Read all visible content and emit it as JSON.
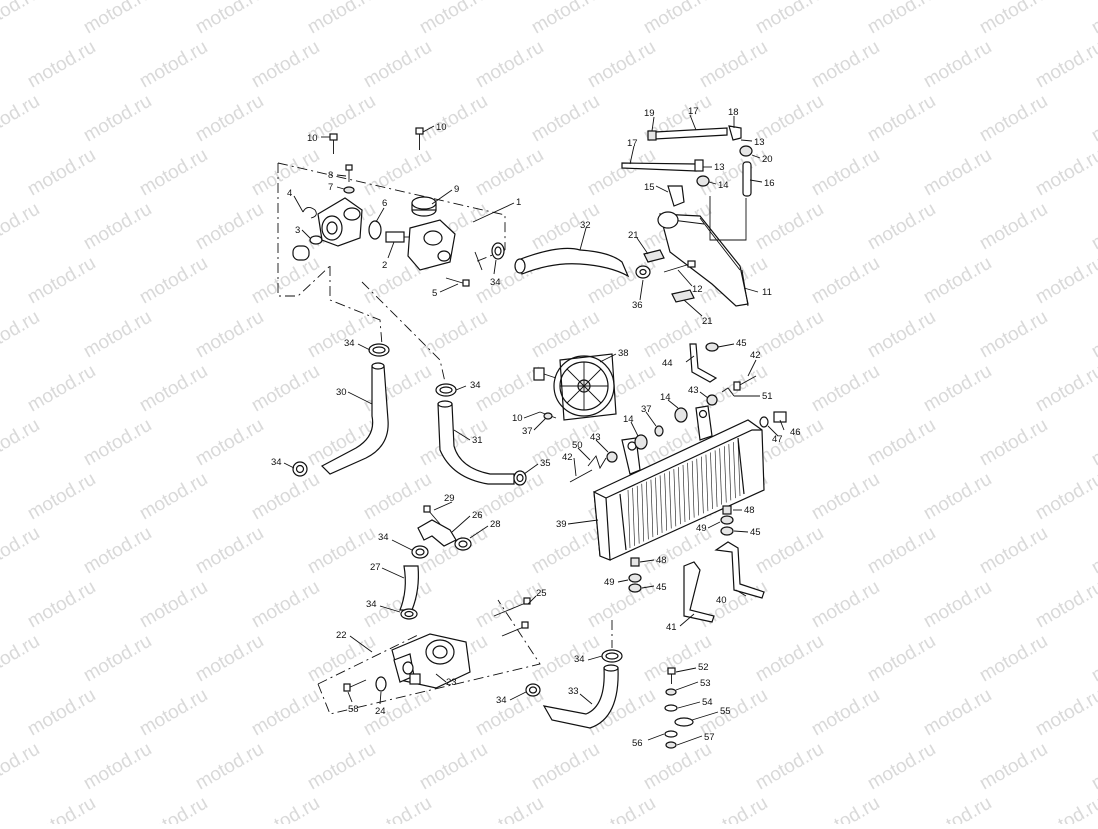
{
  "watermark": {
    "text": "motod.ru",
    "color": "#d9d9d9"
  },
  "callouts": {
    "c1": "1",
    "c2": "2",
    "c3": "3",
    "c4": "4",
    "c5": "5",
    "c6": "6",
    "c7": "7",
    "c8": "8",
    "c9": "9",
    "c10a": "10",
    "c10b": "10",
    "c10c": "10",
    "c11": "11",
    "c12": "12",
    "c13a": "13",
    "c13b": "13",
    "c14a": "14",
    "c14b": "14",
    "c14c": "14",
    "c15": "15",
    "c16": "16",
    "c17a": "17",
    "c17b": "17",
    "c18": "18",
    "c19": "19",
    "c20": "20",
    "c21a": "21",
    "c21b": "21",
    "c22": "22",
    "c23": "23",
    "c24": "24",
    "c25": "25",
    "c26": "26",
    "c27": "27",
    "c28": "28",
    "c29": "29",
    "c30": "30",
    "c31": "31",
    "c32": "32",
    "c33": "33",
    "c34a": "34",
    "c34b": "34",
    "c34c": "34",
    "c34d": "34",
    "c34e": "34",
    "c34f": "34",
    "c34g": "34",
    "c34h": "34",
    "c35": "35",
    "c36": "36",
    "c37a": "37",
    "c37b": "37",
    "c38": "38",
    "c39": "39",
    "c40": "40",
    "c41": "41",
    "c42a": "42",
    "c42b": "42",
    "c43a": "43",
    "c43b": "43",
    "c44": "44",
    "c45a": "45",
    "c45b": "45",
    "c45c": "45",
    "c46": "46",
    "c47": "47",
    "c48a": "48",
    "c48b": "48",
    "c49a": "49",
    "c49b": "49",
    "c50": "50",
    "c51": "51",
    "c52": "52",
    "c53": "53",
    "c54": "54",
    "c55": "55",
    "c56": "56",
    "c57": "57",
    "c58": "58"
  }
}
